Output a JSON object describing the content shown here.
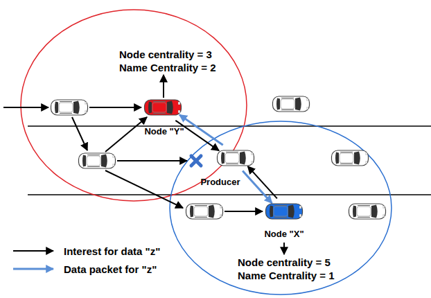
{
  "diagram": {
    "nodes": [
      {
        "text": [
          "Node \"Y\""
        ]
      },
      {
        "text": [
          "Producer"
        ]
      },
      {
        "text": [
          "Node \"X\""
        ]
      }
    ],
    "edges": [
      {
        "from": 0,
        "to": 1,
        "arrow": "to"
      },
      {
        "from": 1,
        "to": 0,
        "arrow": "to"
      },
      {
        "from": 1,
        "to": 2,
        "arrow": "to"
      },
      {
        "from": 2,
        "to": 1,
        "arrow": "to"
      }
    ],
    "labels": [
      "Node centrality = 3",
      "Name Centrality = 2",
      "Node centrality = 5",
      "Name Centrality = 1"
    ],
    "legend": [
      {
        "text": "Interest for data \"z\""
      },
      {
        "text": "Data packet for \"z\""
      }
    ]
  }
}
